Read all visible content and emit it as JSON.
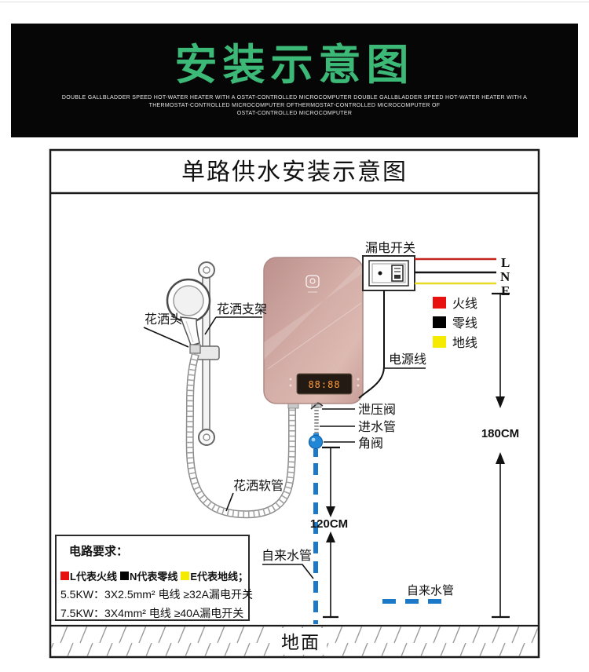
{
  "banner": {
    "title": "安装示意图",
    "title_color": "#3cb877",
    "subtitle_line1": "DOUBLE GALLBLADDER SPEED HOT-WATER HEATER WITH A OSTAT-CONTROLLED MICROCOMPUTER DOUBLE GALLBLADDER SPEED HOT-WATER HEATER WITH A",
    "subtitle_line2": "THERMOSTAT-CONTROLLED MICROCOMPUTER OFTHERMOSTAT-CONTROLLED MICROCOMPUTER OF",
    "subtitle_line3": "OSTAT-CONTROLLED MICROCOMPUTER"
  },
  "diagram": {
    "title": "单路供水安装示意图",
    "labels": {
      "leakage_switch": "漏电开关",
      "shower_head": "花洒头",
      "shower_bracket": "花洒支架",
      "shower_hose": "花洒软管",
      "power_cord": "电源线",
      "relief_valve": "泄压阀",
      "inlet_pipe": "进水管",
      "angle_valve": "角阀",
      "tap_water_pipe_left": "自来水管",
      "tap_water_pipe_right": "自来水管",
      "ground": "地面"
    },
    "terminals": {
      "l": "L",
      "n": "N",
      "e": "E"
    },
    "wire_colors": {
      "live": "#c5231f",
      "neutral": "#141414",
      "earth": "#e6da25"
    },
    "legend": [
      {
        "color": "#e8110f",
        "label": "火线"
      },
      {
        "color": "#000000",
        "label": "零线"
      },
      {
        "color": "#f5eb00",
        "label": "地线"
      }
    ],
    "dimensions": {
      "wall_height": "180CM",
      "valve_height": "120CM"
    },
    "pipe_color": "#1b79c8",
    "heater": {
      "display": "88:88"
    }
  },
  "requirements": {
    "title": "电路要求：",
    "legend": [
      {
        "color": "#e8110f",
        "text": "L代表火线"
      },
      {
        "color": "#000000",
        "text": "N代表零线"
      },
      {
        "color": "#f5eb00",
        "text": "E代表地线；"
      }
    ],
    "line1": "5.5KW：3X2.5mm² 电线 ≥32A漏电开关",
    "line2": "7.5KW：3X4mm² 电线 ≥40A漏电开关"
  }
}
